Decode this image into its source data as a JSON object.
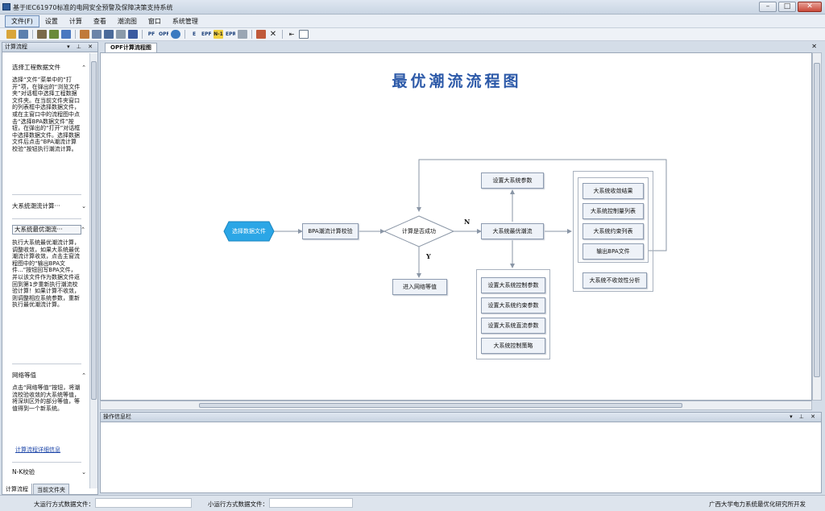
{
  "window": {
    "title": "基于IEC61970标准的电网安全预警及保障决策支持系统",
    "controls": [
      "–",
      "□",
      "✕"
    ]
  },
  "menu": [
    {
      "label": "文件(F)",
      "active": true
    },
    {
      "label": "设置"
    },
    {
      "label": "计算"
    },
    {
      "label": "查看"
    },
    {
      "label": "潮流图"
    },
    {
      "label": "窗口"
    },
    {
      "label": "系统管理"
    }
  ],
  "toolbar": {
    "text_buttons": [
      "PF",
      "OPF",
      "E",
      "EPF",
      "N-1",
      "EPR"
    ]
  },
  "left_panel": {
    "title": "计算流程",
    "controls": "▾ ⊥ ✕",
    "sections": [
      {
        "title": "选择工程数据文件",
        "body": "选择“文件”菜单中的“打开”项，在弹出的“浏览文件夹”对话框中选择工程数据文件夹。在当前文件夹窗口的列表框中选择数据文件，或在主窗口中的流程图中点击“选择BPA数据文件”按钮，在弹出的“打开”对话框中选择数据文件。选择数据文件后点击“BPA潮流计算校验”按钮执行潮流计算。"
      },
      {
        "title": "大系统潮流计算···"
      },
      {
        "title": "大系统最优潮流···",
        "body": "执行大系统最优潮流计算，调整收敛，如果大系统最优潮流计算收敛，点击主窗流程图中的“输出BPA文件...”按钮回写BPA文件，并以该文件作为数据文件返回到第1步重新执行潮流校验计算！如果计算不收敛，则调整相应系统参数，重新执行最优潮流计算。"
      },
      {
        "title": "网络等值",
        "body": "点击“网络等值”按钮，将潮流校验收敛的大系统等值，将深圳区外的部分等值，等值得到一个新系统。"
      },
      {
        "title": "N-K校验"
      }
    ],
    "link": "计算流程详细信息",
    "tabs": [
      "计算流程",
      "当前文件夹"
    ]
  },
  "document": {
    "tab": "OPF计算流程图",
    "close": "✕"
  },
  "flowchart": {
    "title": "最优潮流流程图",
    "start": "选择数据文件",
    "bpa_check": "BPA潮流计算校验",
    "decision": "计算是否成功",
    "label_n": "N",
    "label_y": "Y",
    "network_eq": "进入网络等值",
    "set_params": "设置大系统参数",
    "opf": "大系统最优潮流",
    "settings": [
      "设置大系统控制参数",
      "设置大系统约束参数",
      "设置大系统直流参数",
      "大系统控制策略"
    ],
    "outputs": [
      "大系统收敛结果",
      "大系统控制量列表",
      "大系统约束列表",
      "输出BPA文件"
    ],
    "non_convergence": "大系统不收敛性分析"
  },
  "info_panel": {
    "title": "操作信息栏",
    "controls": "▾ ⊥ ✕"
  },
  "statusbar": {
    "large_mode_label": "大运行方式数据文件：",
    "small_mode_label": "小运行方式数据文件：",
    "credit": "广西大学电力系统最优化研究所开发"
  },
  "colors": {
    "flow_title": "#2c59a8",
    "start_node": "#2ba6e6",
    "box_fill": "#eef2f8",
    "line": "#8a96a6"
  }
}
